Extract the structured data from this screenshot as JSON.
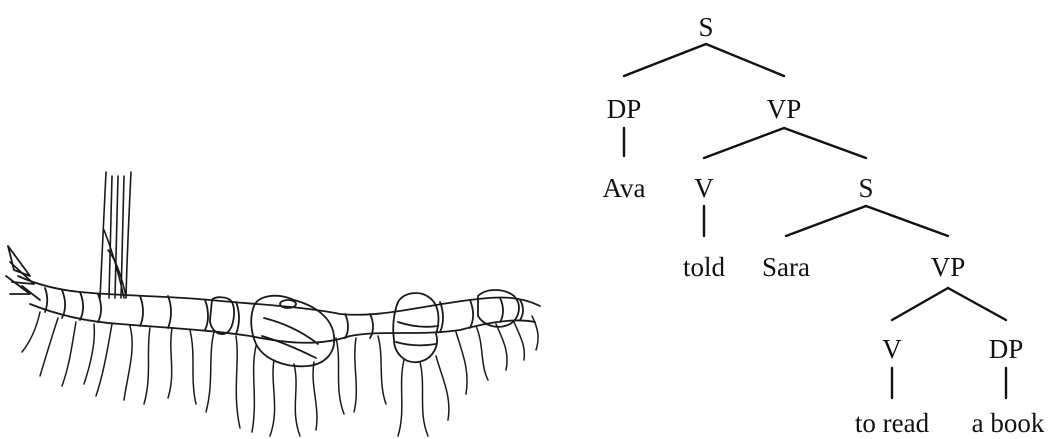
{
  "tree": {
    "root": "S",
    "subject": "DP",
    "subject_word": "Ava",
    "predicate": "VP",
    "verb": "V",
    "verb_word": "told",
    "embedded_clause": "S",
    "object_word": "Sara",
    "embedded_vp": "VP",
    "embedded_verb": "V",
    "embedded_verb_word": "to read",
    "embedded_object": "DP",
    "embedded_object_word": "a book"
  }
}
